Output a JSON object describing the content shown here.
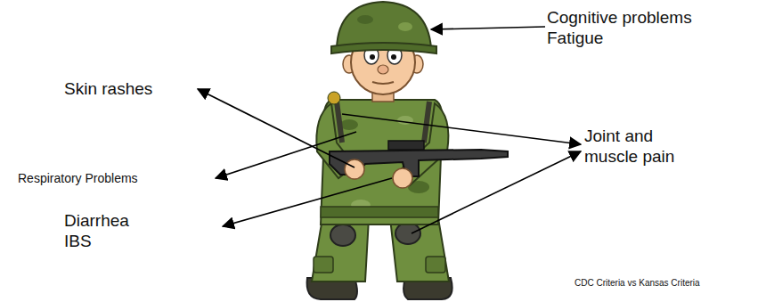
{
  "diagram": {
    "labels": [
      "Cognitive problems Fatigue",
      "Skin rashes",
      "Joint and muscle pain",
      "Respiratory Problems",
      "Diarrhea IBS",
      "CDC Criteria vs Kansas Criteria"
    ]
  }
}
